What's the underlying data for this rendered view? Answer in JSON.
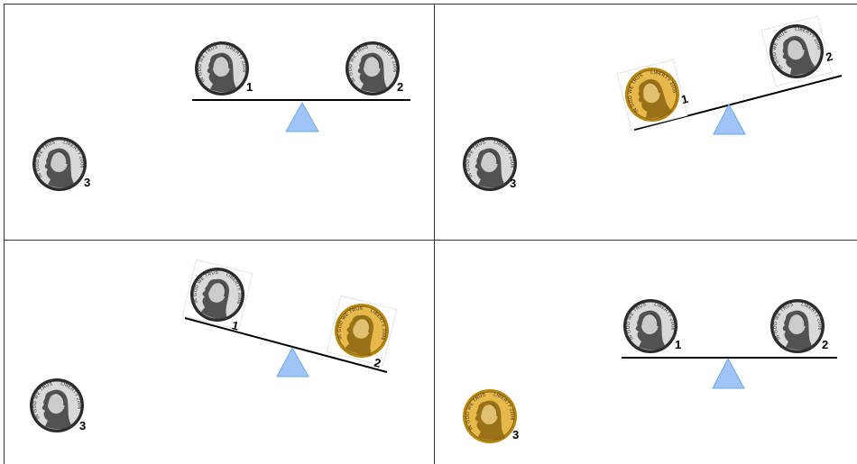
{
  "colors": {
    "panel_border": "#333333",
    "beam": "#000000",
    "fulcrum": "#9fc5f8",
    "fulcrum_stroke": "#6fa8dc",
    "silver_rim": "#2a2a2a",
    "silver_face": "#d9d9d9",
    "gold_rim": "#b8860b",
    "gold_face": "#e7b84a"
  },
  "coin_icon": "jefferson-nickel-icon",
  "coin_inscriptions": {
    "left": "IN GOD WE TRUST",
    "right": "LIBERTY 2006"
  },
  "panels": [
    {
      "id": "top-left",
      "beam_tilt": "level",
      "coins": [
        {
          "label": "1",
          "color": "silver",
          "location": "scale-left"
        },
        {
          "label": "2",
          "color": "silver",
          "location": "scale-right"
        },
        {
          "label": "3",
          "color": "silver",
          "location": "off-scale"
        }
      ]
    },
    {
      "id": "top-right",
      "beam_tilt": "left-down",
      "coins": [
        {
          "label": "1",
          "color": "gold",
          "location": "scale-left"
        },
        {
          "label": "2",
          "color": "silver",
          "location": "scale-right"
        },
        {
          "label": "3",
          "color": "silver",
          "location": "off-scale"
        }
      ]
    },
    {
      "id": "bottom-left",
      "beam_tilt": "right-down",
      "coins": [
        {
          "label": "1",
          "color": "silver",
          "location": "scale-left"
        },
        {
          "label": "2",
          "color": "gold",
          "location": "scale-right"
        },
        {
          "label": "3",
          "color": "silver",
          "location": "off-scale"
        }
      ]
    },
    {
      "id": "bottom-right",
      "beam_tilt": "level",
      "coins": [
        {
          "label": "1",
          "color": "silver",
          "location": "scale-left"
        },
        {
          "label": "2",
          "color": "silver",
          "location": "scale-right"
        },
        {
          "label": "3",
          "color": "gold",
          "location": "off-scale"
        }
      ]
    }
  ]
}
